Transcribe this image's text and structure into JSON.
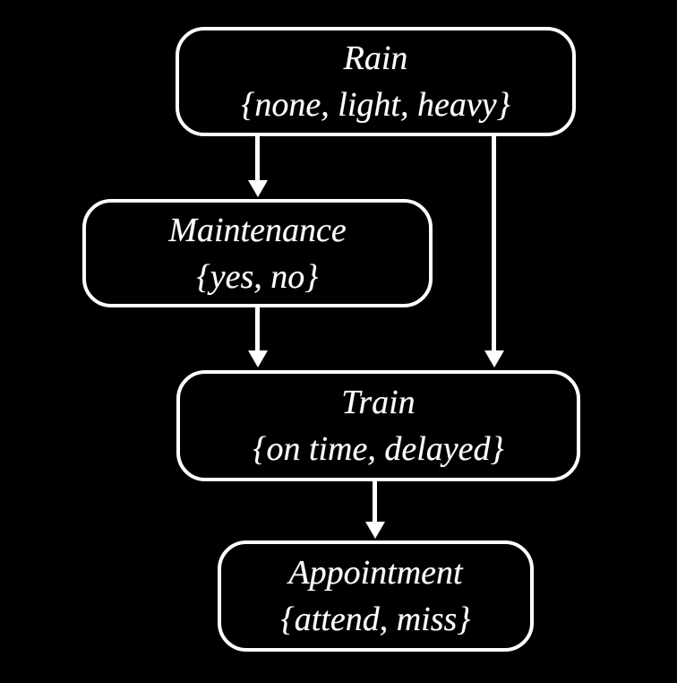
{
  "diagram": {
    "type": "bayesian-network",
    "colors": {
      "background": "#000000",
      "node_border": "#ffffff",
      "text": "#ffffff",
      "arrow": "#ffffff"
    },
    "nodes": [
      {
        "id": "rain",
        "label": "Rain",
        "domain": "{none, light, heavy}"
      },
      {
        "id": "maintenance",
        "label": "Maintenance",
        "domain": "{yes, no}"
      },
      {
        "id": "train",
        "label": "Train",
        "domain": "{on time, delayed}"
      },
      {
        "id": "appointment",
        "label": "Appointment",
        "domain": "{attend, miss}"
      }
    ],
    "edges": [
      {
        "from": "rain",
        "to": "maintenance"
      },
      {
        "from": "rain",
        "to": "train"
      },
      {
        "from": "maintenance",
        "to": "train"
      },
      {
        "from": "train",
        "to": "appointment"
      }
    ]
  }
}
